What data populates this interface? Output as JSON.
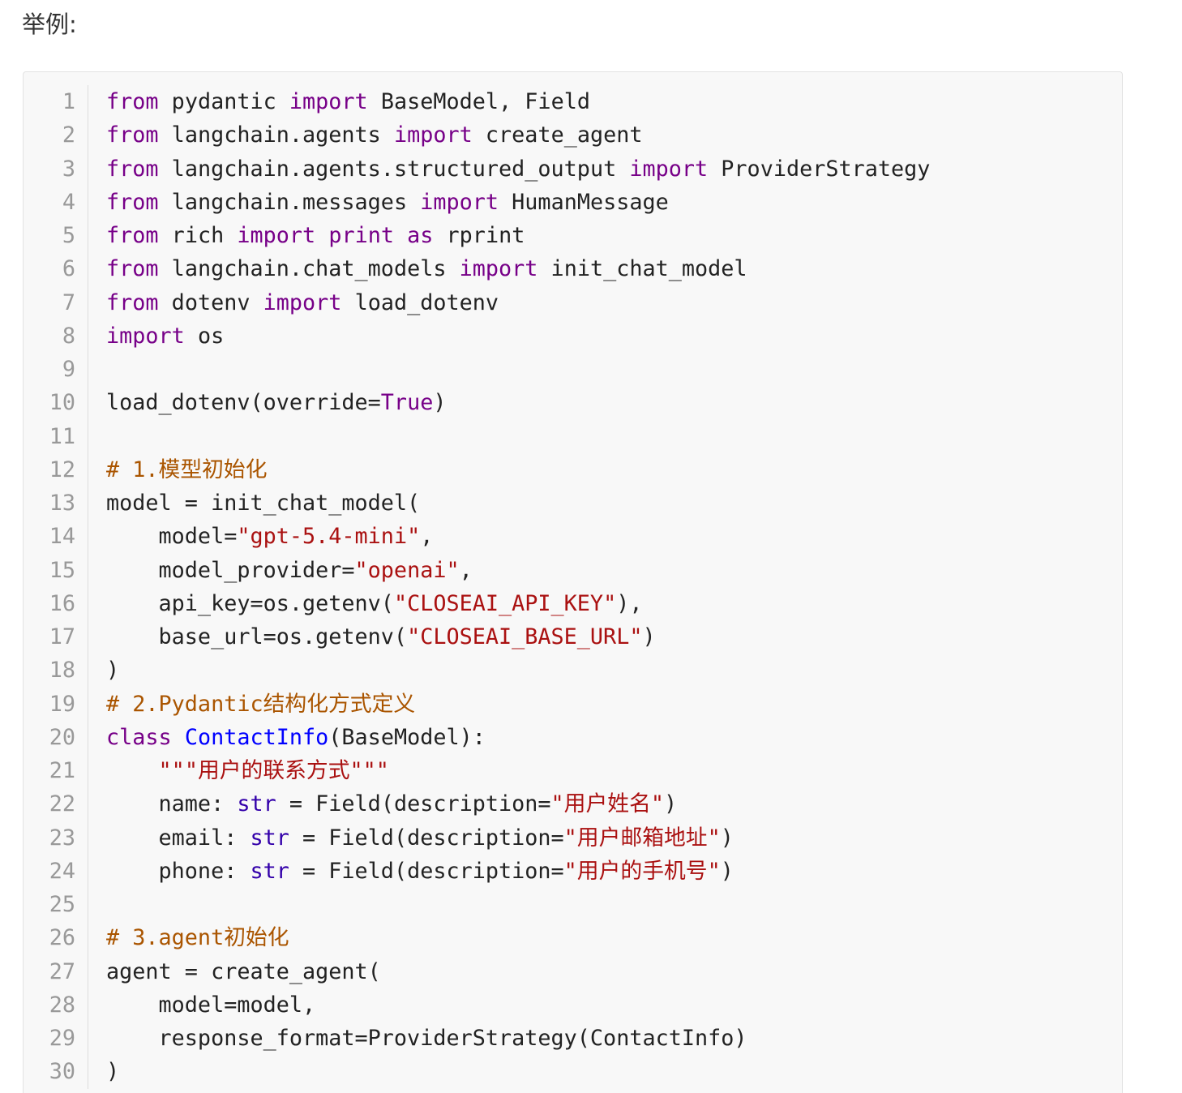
{
  "heading": "举例:",
  "colors": {
    "line_number": "#999999",
    "txt": "#222222",
    "kw": "#770088",
    "str": "#aa1111",
    "cmt": "#aa5500",
    "bi": "#3300aa",
    "def": "#0000ff"
  },
  "code_block": {
    "lines": [
      {
        "n": "1",
        "tokens": [
          {
            "kw": "from"
          },
          {
            "txt": " pydantic "
          },
          {
            "kw": "import"
          },
          {
            "txt": " BaseModel, Field"
          }
        ]
      },
      {
        "n": "2",
        "tokens": [
          {
            "kw": "from"
          },
          {
            "txt": " langchain.agents "
          },
          {
            "kw": "import"
          },
          {
            "txt": " create_agent"
          }
        ]
      },
      {
        "n": "3",
        "tokens": [
          {
            "kw": "from"
          },
          {
            "txt": " langchain.agents.structured_output "
          },
          {
            "kw": "import"
          },
          {
            "txt": " ProviderStrategy"
          }
        ]
      },
      {
        "n": "4",
        "tokens": [
          {
            "kw": "from"
          },
          {
            "txt": " langchain.messages "
          },
          {
            "kw": "import"
          },
          {
            "txt": " HumanMessage"
          }
        ]
      },
      {
        "n": "5",
        "tokens": [
          {
            "kw": "from"
          },
          {
            "txt": " rich "
          },
          {
            "kw": "import"
          },
          {
            "txt": " "
          },
          {
            "kw": "print"
          },
          {
            "txt": " "
          },
          {
            "kw": "as"
          },
          {
            "txt": " rprint"
          }
        ]
      },
      {
        "n": "6",
        "tokens": [
          {
            "kw": "from"
          },
          {
            "txt": " langchain.chat_models "
          },
          {
            "kw": "import"
          },
          {
            "txt": " init_chat_model"
          }
        ]
      },
      {
        "n": "7",
        "tokens": [
          {
            "kw": "from"
          },
          {
            "txt": " dotenv "
          },
          {
            "kw": "import"
          },
          {
            "txt": " load_dotenv"
          }
        ]
      },
      {
        "n": "8",
        "tokens": [
          {
            "kw": "import"
          },
          {
            "txt": " os"
          }
        ]
      },
      {
        "n": "9",
        "tokens": []
      },
      {
        "n": "10",
        "tokens": [
          {
            "txt": "load_dotenv(override="
          },
          {
            "kw": "True"
          },
          {
            "txt": ")"
          }
        ]
      },
      {
        "n": "11",
        "tokens": []
      },
      {
        "n": "12",
        "tokens": [
          {
            "cmt": "# 1.模型初始化"
          }
        ]
      },
      {
        "n": "13",
        "tokens": [
          {
            "txt": "model = init_chat_model("
          }
        ]
      },
      {
        "n": "14",
        "tokens": [
          {
            "txt": "    model="
          },
          {
            "str": "\"gpt-5.4-mini\""
          },
          {
            "txt": ","
          }
        ]
      },
      {
        "n": "15",
        "tokens": [
          {
            "txt": "    model_provider="
          },
          {
            "str": "\"openai\""
          },
          {
            "txt": ","
          }
        ]
      },
      {
        "n": "16",
        "tokens": [
          {
            "txt": "    api_key=os.getenv("
          },
          {
            "str": "\"CLOSEAI_API_KEY\""
          },
          {
            "txt": "),"
          }
        ]
      },
      {
        "n": "17",
        "tokens": [
          {
            "txt": "    base_url=os.getenv("
          },
          {
            "str": "\"CLOSEAI_BASE_URL\""
          },
          {
            "txt": ")"
          }
        ]
      },
      {
        "n": "18",
        "tokens": [
          {
            "txt": ")"
          }
        ]
      },
      {
        "n": "19",
        "tokens": [
          {
            "cmt": "# 2.Pydantic结构化方式定义"
          }
        ]
      },
      {
        "n": "20",
        "tokens": [
          {
            "kw": "class"
          },
          {
            "txt": " "
          },
          {
            "def": "ContactInfo"
          },
          {
            "txt": "(BaseModel):"
          }
        ]
      },
      {
        "n": "21",
        "tokens": [
          {
            "txt": "    "
          },
          {
            "str": "\"\"\"用户的联系方式\"\"\""
          }
        ]
      },
      {
        "n": "22",
        "tokens": [
          {
            "txt": "    name: "
          },
          {
            "bi": "str"
          },
          {
            "txt": " = Field(description="
          },
          {
            "str": "\"用户姓名\""
          },
          {
            "txt": ")"
          }
        ]
      },
      {
        "n": "23",
        "tokens": [
          {
            "txt": "    email: "
          },
          {
            "bi": "str"
          },
          {
            "txt": " = Field(description="
          },
          {
            "str": "\"用户邮箱地址\""
          },
          {
            "txt": ")"
          }
        ]
      },
      {
        "n": "24",
        "tokens": [
          {
            "txt": "    phone: "
          },
          {
            "bi": "str"
          },
          {
            "txt": " = Field(description="
          },
          {
            "str": "\"用户的手机号\""
          },
          {
            "txt": ")"
          }
        ]
      },
      {
        "n": "25",
        "tokens": []
      },
      {
        "n": "26",
        "tokens": [
          {
            "cmt": "# 3.agent初始化"
          }
        ]
      },
      {
        "n": "27",
        "tokens": [
          {
            "txt": "agent = create_agent("
          }
        ]
      },
      {
        "n": "28",
        "tokens": [
          {
            "txt": "    model=model,"
          }
        ]
      },
      {
        "n": "29",
        "tokens": [
          {
            "txt": "    response_format=ProviderStrategy(ContactInfo)"
          }
        ]
      },
      {
        "n": "30",
        "tokens": [
          {
            "txt": ")"
          }
        ]
      }
    ]
  }
}
